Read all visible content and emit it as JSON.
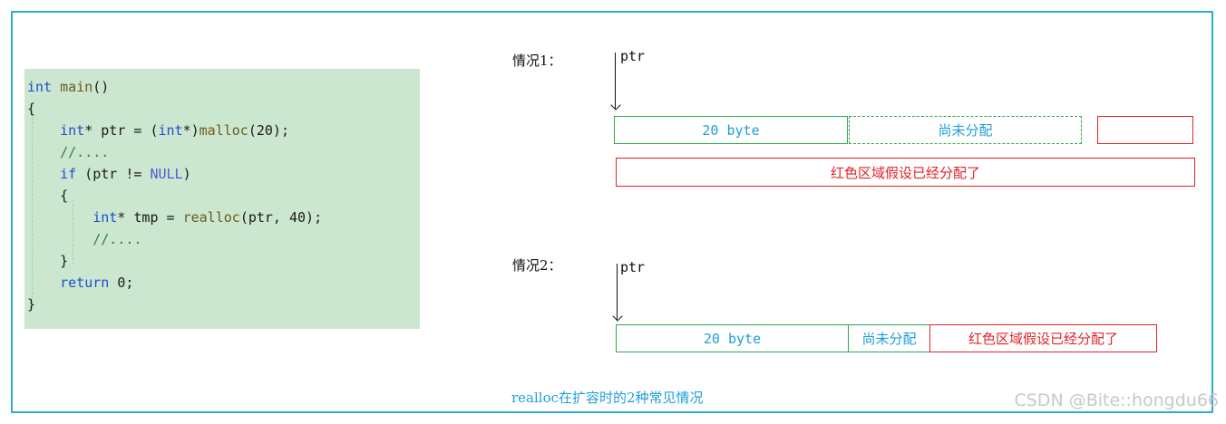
{
  "code": {
    "lines": [
      "main()",
      "{",
      "int* ptr = (int*)malloc(20);",
      "//....",
      "if (ptr != NULL)",
      "{",
      "int* tmp = realloc(ptr, 40);",
      "//....",
      "}",
      "return 0;",
      "}"
    ],
    "tokens": {
      "int": "int",
      "main": "main",
      "main_paren": "()",
      "open_brace": "{",
      "close_brace": "}",
      "ptr_decl_rest": "* ptr = (",
      "cast_int": "int",
      "cast_close": "*)",
      "malloc": "malloc",
      "malloc_args": "(20);",
      "comment": "//....",
      "if": "if",
      "if_cond_a": " (ptr != ",
      "null": "NULL",
      "if_cond_b": ")",
      "tmp_decl_rest": "* tmp = ",
      "realloc": "realloc",
      "realloc_args": "(ptr, 40);",
      "return": "return",
      "return_val": " 0;"
    }
  },
  "case1": {
    "label": "情况1：",
    "ptr": "ptr",
    "box_used": "20 byte",
    "box_free": "尚未分配",
    "box_red_long": "红色区域假设已经分配了"
  },
  "case2": {
    "label": "情况2：",
    "ptr": "ptr",
    "box_used": "20 byte",
    "box_free": "尚未分配",
    "box_red": "红色区域假设已经分配了"
  },
  "caption": "realloc在扩容时的2种常见情况",
  "watermark": "CSDN @Bite::hongdu66",
  "colors": {
    "frame": "#31a9d7",
    "code_bg": "#cce7cf",
    "green": "#2fa84a",
    "red": "#e0242a",
    "blue_text": "#1f9fd8"
  }
}
